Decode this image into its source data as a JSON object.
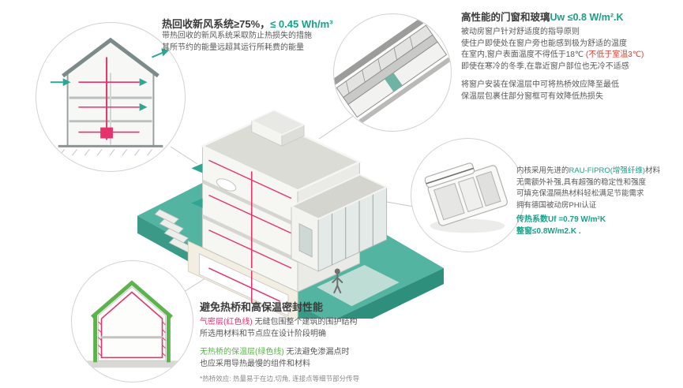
{
  "colors": {
    "accent_teal": "#17a189",
    "duct_red": "#e5346c",
    "insulation_green": "#5cb24c",
    "lawn_teal": "#52b4a1",
    "warning_red": "#e03a30"
  },
  "hrv": {
    "title_main": "热回收新风系统≥75%，",
    "title_value": "≤ 0.45 Wh/m³",
    "line1": "带热回收的新风系统采取防止热损失的措施",
    "line2": "其所节约的能量远超其运行所耗费的能量"
  },
  "windows": {
    "title_main": "高性能的门窗和玻璃",
    "title_value": "Uw ≤0.8 W/m².K",
    "p1_l1": "被动房窗户针对舒适度的指导原则",
    "p1_l2": "使住户即使处在窗户旁也能感到极为舒适的温度",
    "p1_l3_pre": "在室内,窗户表面温度不得低于18℃ ",
    "p1_l3_red": "(不低于室温3℃)",
    "p1_l4": "即使在寒冷的冬季,在靠近窗户部位也无冷不适感",
    "p2_l1": "将窗户安装在保温层中可将热桥效应降至最低",
    "p2_l2": "保温层包裹住部分窗框可有效降低热损失"
  },
  "profile": {
    "l1_pre": "内核采用先进的",
    "l1_accent": "RAU-FIPRO(增强纤维)",
    "l1_post": "材料",
    "l2": "无需额外补强,具有超强的稳定性和强度",
    "l3": "可填充保温隔热材料轻松满足节能需求",
    "l4": "拥有德国被动房PHI认证",
    "stat1": "传热系数Uf =0.79 W/m²K",
    "stat2": "整窗≤0.8W/m2.K ."
  },
  "bridge": {
    "title": "避免热桥和高保温密封性能",
    "red_label": "气密层(红色线)",
    "red_text": " 无缝包围整个建筑的围护结构",
    "red_line2": "所选用材料和节点应在设计阶段明确",
    "green_label": "无热桥的保温层(绿色线)",
    "green_text": " 无法避免渗漏点时",
    "green_line2": "也应采用导热最慢的组件和材料",
    "footnote": "*热桥效应: 热量易于在边,切角, 连接点等细节部分传导"
  }
}
